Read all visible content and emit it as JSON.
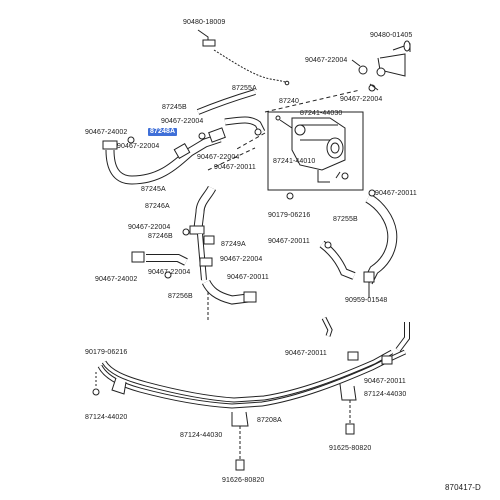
{
  "diagram": {
    "code": "870417-D",
    "highlight_color": "#3f6fd8",
    "line_color": "#222222",
    "labels": [
      {
        "id": "p01",
        "text": "90480-18009"
      },
      {
        "id": "p02",
        "text": "90480-01405"
      },
      {
        "id": "p03",
        "text": "90467-22004"
      },
      {
        "id": "p04",
        "text": "90467-22004"
      },
      {
        "id": "p05",
        "text": "87255A"
      },
      {
        "id": "p06",
        "text": "87245B"
      },
      {
        "id": "p07",
        "text": "87240"
      },
      {
        "id": "p08",
        "text": "90467-22004"
      },
      {
        "id": "p09",
        "text": "87241-44030"
      },
      {
        "id": "p10",
        "text": "87248A"
      },
      {
        "id": "p11",
        "text": "90467-24002"
      },
      {
        "id": "p12",
        "text": "90467-22004"
      },
      {
        "id": "p13",
        "text": "90467-22004"
      },
      {
        "id": "p14",
        "text": "90467-20011"
      },
      {
        "id": "p15",
        "text": "87241-44010"
      },
      {
        "id": "p16",
        "text": "87245A"
      },
      {
        "id": "p17",
        "text": "90467-20011"
      },
      {
        "id": "p18",
        "text": "87246A"
      },
      {
        "id": "p19",
        "text": "90179-06216"
      },
      {
        "id": "p20",
        "text": "87255B"
      },
      {
        "id": "p21",
        "text": "90467-22004"
      },
      {
        "id": "p22",
        "text": "87246B"
      },
      {
        "id": "p23",
        "text": "87249A"
      },
      {
        "id": "p24",
        "text": "90467-20011"
      },
      {
        "id": "p25",
        "text": "90467-22004"
      },
      {
        "id": "p26",
        "text": "90467-22004"
      },
      {
        "id": "p27",
        "text": "90467-24002"
      },
      {
        "id": "p28",
        "text": "90467-20011"
      },
      {
        "id": "p29",
        "text": "87256B"
      },
      {
        "id": "p30",
        "text": "90959-01548"
      },
      {
        "id": "p31",
        "text": "90179-06216"
      },
      {
        "id": "p32",
        "text": "90467-20011"
      },
      {
        "id": "p33",
        "text": "90467-20011"
      },
      {
        "id": "p34",
        "text": "87124-44030"
      },
      {
        "id": "p35",
        "text": "87124-44020"
      },
      {
        "id": "p36",
        "text": "87208A"
      },
      {
        "id": "p37",
        "text": "87124-44030"
      },
      {
        "id": "p38",
        "text": "91625-80820"
      },
      {
        "id": "p39",
        "text": "91626-80820"
      }
    ]
  }
}
